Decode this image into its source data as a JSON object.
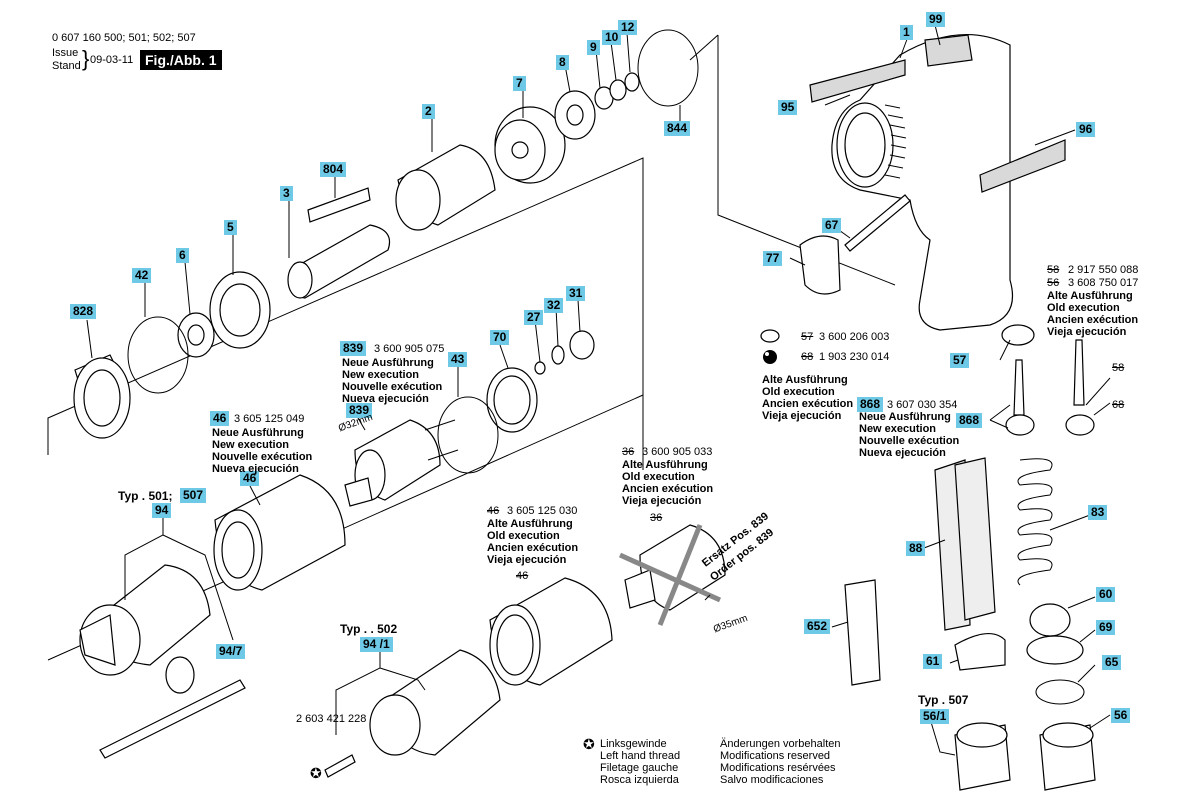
{
  "header": {
    "part_numbers": "0 607 160 500; 501; 502; 507",
    "issue_label": "Issue",
    "stand_label": "Stand",
    "issue_date": "09-03-11",
    "fig_label": "Fig./Abb. 1"
  },
  "callouts": {
    "c1": "1",
    "c2": "2",
    "c3": "3",
    "c5": "5",
    "c6": "6",
    "c7": "7",
    "c8": "8",
    "c9": "9",
    "c10": "10",
    "c12": "12",
    "c27": "27",
    "c31": "31",
    "c32": "32",
    "c42": "42",
    "c43": "43",
    "c46": "46",
    "c46b": "46",
    "c57": "57",
    "c60": "60",
    "c61": "61",
    "c65": "65",
    "c67": "67",
    "c69": "69",
    "c70": "70",
    "c77": "77",
    "c83": "83",
    "c88": "88",
    "c94": "94",
    "c94_1": "94 /1",
    "c94_7": "94/7",
    "c95": "95",
    "c96": "96",
    "c99": "99",
    "c507": "507",
    "c56": "56",
    "c56_1": "56/1",
    "c652": "652",
    "c804": "804",
    "c828": "828",
    "c839": "839",
    "c839b": "839",
    "c844": "844",
    "c868": "868",
    "c868b": "868"
  },
  "notes": {
    "n839_part": "3 600 905 075",
    "n46_part": "3 605 125 049",
    "new_execution": [
      "Neue Ausführung",
      "New execution",
      "Nouvelle exécution",
      "Nueva ejecución"
    ],
    "old_execution": [
      "Alte Ausführung",
      "Old execution",
      "Ancien exécution",
      "Vieja ejecución"
    ],
    "n36_num": "36",
    "n36_part": "3 600 905 033",
    "n36_label": "36",
    "n46old_num": "46",
    "n46old_part": "3 605 125 030",
    "n46old_label": "46",
    "n57_num": "57",
    "n57_part": "3 600 206 003",
    "n68_num": "68",
    "n68_part": "1 903 230 014",
    "n868_num": "868",
    "n868_part": "3 607 030 354",
    "n58_num": "58",
    "n58_part": "2 917 550 088",
    "n56_num": "56",
    "n56_part": "3 608 750 017",
    "n58_label": "58",
    "n68_label": "68",
    "typ_501": "Typ . 501;",
    "typ_502": "Typ . . 502",
    "typ_507": "Typ . 507",
    "key_part": "2 603 421 228",
    "diam_32": "Ø32mm",
    "diam_35": "Ø35mm",
    "ersatz": "Ersatz Pos. 839",
    "order": "Order pos. 839"
  },
  "footer": {
    "left_hand": [
      "Linksgewinde",
      "Left hand thread",
      "Filetage gauche",
      "Rosca izquierda"
    ],
    "modifications": [
      "Änderungen vorbehalten",
      "Modifications reserved",
      "Modifications resérvées",
      "Salvo modificaciones"
    ]
  }
}
